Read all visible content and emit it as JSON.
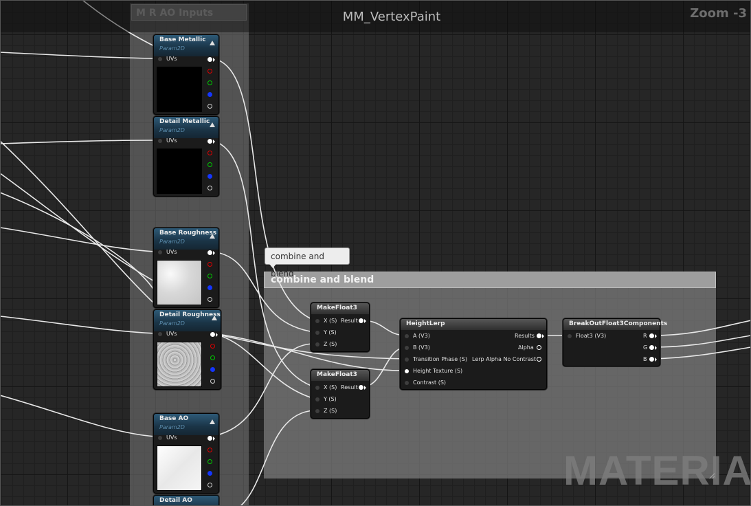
{
  "graph": {
    "title": "MM_VertexPaint",
    "zoom": "Zoom -3",
    "watermark": "MATERIAL"
  },
  "comments": {
    "mrao_inputs": "M R AO Inputs",
    "combine_blend": "combine and blend",
    "bubble": "combine and blend"
  },
  "param_nodes": [
    {
      "title": "Base Metallic",
      "subtitle": "Param2D",
      "uvs": "UVs",
      "preview": "black"
    },
    {
      "title": "Detail Metallic",
      "subtitle": "Param2D",
      "uvs": "UVs",
      "preview": "black"
    },
    {
      "title": "Base Roughness",
      "subtitle": "Param2D",
      "uvs": "UVs",
      "preview": "rough"
    },
    {
      "title": "Detail Roughness",
      "subtitle": "Param2D",
      "uvs": "UVs",
      "preview": "rough2"
    },
    {
      "title": "Base AO",
      "subtitle": "Param2D",
      "uvs": "UVs",
      "preview": "ao"
    },
    {
      "title": "Detail AO",
      "subtitle": "",
      "uvs": "",
      "preview": ""
    }
  ],
  "make_float3_1": {
    "title": "MakeFloat3",
    "x": "X (S)",
    "y": "Y (S)",
    "z": "Z (S)",
    "result": "Result"
  },
  "make_float3_2": {
    "title": "MakeFloat3",
    "x": "X (S)",
    "y": "Y (S)",
    "z": "Z (S)",
    "result": "Result"
  },
  "height_lerp": {
    "title": "HeightLerp",
    "a": "A (V3)",
    "b": "B (V3)",
    "transition": "Transition Phase (S)",
    "height_texture": "Height Texture (S)",
    "contrast": "Contrast (S)",
    "results": "Results",
    "alpha": "Alpha",
    "lerp_alpha": "Lerp Alpha No Contrast"
  },
  "breakout": {
    "title": "BreakOutFloat3Components",
    "input": "Float3 (V3)",
    "r": "R",
    "g": "G",
    "b": "B"
  },
  "colors": {
    "param_header": "#1f4a66",
    "math_header": "#3a3a3a",
    "graph_bg": "#262626",
    "pin_red": "#e00000",
    "pin_green": "#00cc00",
    "pin_blue": "#1436ff"
  }
}
